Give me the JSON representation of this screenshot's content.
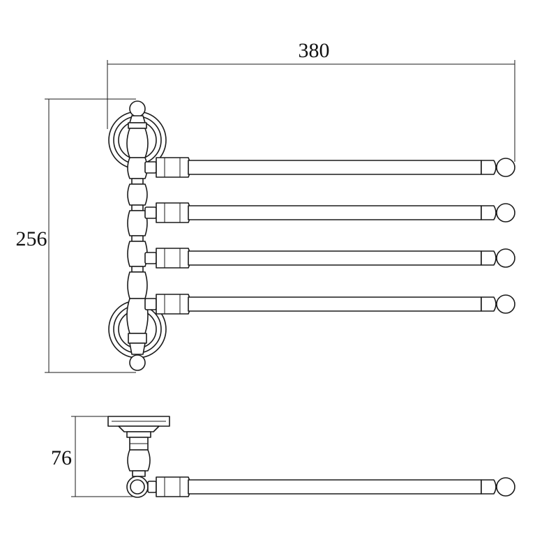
{
  "dimensions": {
    "width": "380",
    "height": "256",
    "depth": "76"
  },
  "colors": {
    "line": "#1a1a1a",
    "background": "#ffffff"
  }
}
